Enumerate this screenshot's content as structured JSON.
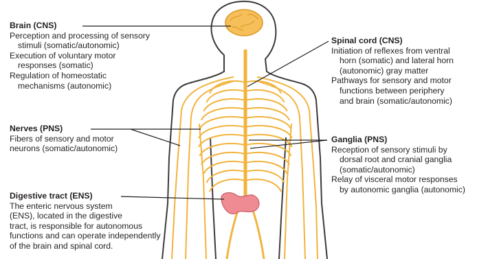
{
  "colors": {
    "nerve": "#f2b33d",
    "nerve_dark": "#d9951e",
    "brain": "#f6bf5a",
    "gut": "#ef8b92",
    "outline": "#3a3a3a",
    "leader": "#1e1e1e"
  },
  "labels": {
    "brain": {
      "title": "Brain (CNS)",
      "lines": [
        {
          "t": "Perception and processing of sensory",
          "c": "stimuli (somatic/autonomic)"
        },
        {
          "t": "Execution of voluntary motor",
          "c": "responses (somatic)"
        },
        {
          "t": "Regulation of homeostatic",
          "c": "mechanisms (autonomic)"
        }
      ]
    },
    "nerves": {
      "title": "Nerves (PNS)",
      "lines": [
        {
          "t": "Fibers of sensory and motor",
          "c": ""
        },
        {
          "t": "neurons (somatic/autonomic)",
          "c": ""
        }
      ]
    },
    "digestive": {
      "title": "Digestive tract (ENS)",
      "lines": [
        "The enteric nervous system",
        "(ENS), located in the digestive",
        "tract, is responsible for autonomous",
        "functions and can operate independently",
        "of the brain and spinal cord."
      ]
    },
    "spinal": {
      "title": "Spinal cord (CNS)",
      "lines": [
        {
          "t": "Initiation of reflexes from ventral",
          "c": "horn (somatic) and lateral horn"
        },
        {
          "t": "",
          "c": "(autonomic) gray matter"
        },
        {
          "t": "Pathways for sensory and motor",
          "c": "functions between periphery"
        },
        {
          "t": "",
          "c": "and brain (somatic/autonomic)"
        }
      ]
    },
    "ganglia": {
      "title": "Ganglia (PNS)",
      "lines": [
        {
          "t": "Reception of sensory stimuli by",
          "c": "dorsal root and cranial ganglia"
        },
        {
          "t": "",
          "c": "(somatic/autonomic)"
        },
        {
          "t": "Relay of visceral motor responses",
          "c": "by autonomic ganglia (autonomic)"
        }
      ]
    }
  }
}
